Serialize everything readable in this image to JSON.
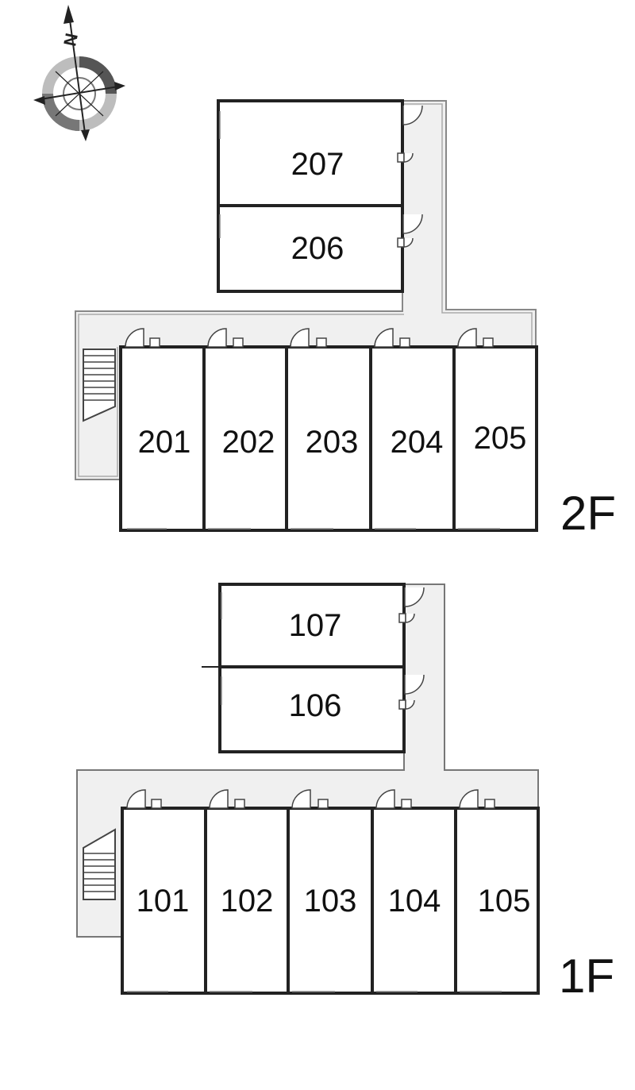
{
  "compass": {
    "label": "N"
  },
  "floors": [
    {
      "label": "2F",
      "units": [
        "207",
        "206",
        "201",
        "202",
        "203",
        "204",
        "205"
      ]
    },
    {
      "label": "1F",
      "units": [
        "107",
        "106",
        "101",
        "102",
        "103",
        "104",
        "105"
      ]
    }
  ]
}
